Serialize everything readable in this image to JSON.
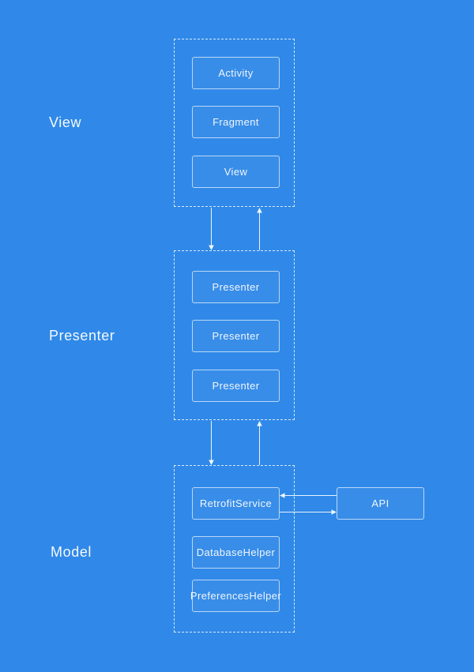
{
  "page": {
    "background_color": "#3089E8",
    "line_color": "#FFFFFF"
  },
  "sections": {
    "view": {
      "label": "View",
      "boxes": [
        "Activity",
        "Fragment",
        "View"
      ]
    },
    "presenter": {
      "label": "Presenter",
      "boxes": [
        "Presenter",
        "Presenter",
        "Presenter"
      ]
    },
    "model": {
      "label": "Model",
      "boxes": [
        "RetrofitService",
        "DatabaseHelper",
        "PreferencesHelper"
      ]
    }
  },
  "external": {
    "api_label": "API"
  },
  "connections": [
    {
      "from": "view-group",
      "to": "presenter-group",
      "direction": "down"
    },
    {
      "from": "presenter-group",
      "to": "view-group",
      "direction": "up"
    },
    {
      "from": "presenter-group",
      "to": "model-group",
      "direction": "down"
    },
    {
      "from": "model-group",
      "to": "presenter-group",
      "direction": "up"
    },
    {
      "from": "api-node",
      "to": "retrofit-service-node",
      "direction": "left"
    },
    {
      "from": "retrofit-service-node",
      "to": "api-node",
      "direction": "right"
    }
  ]
}
